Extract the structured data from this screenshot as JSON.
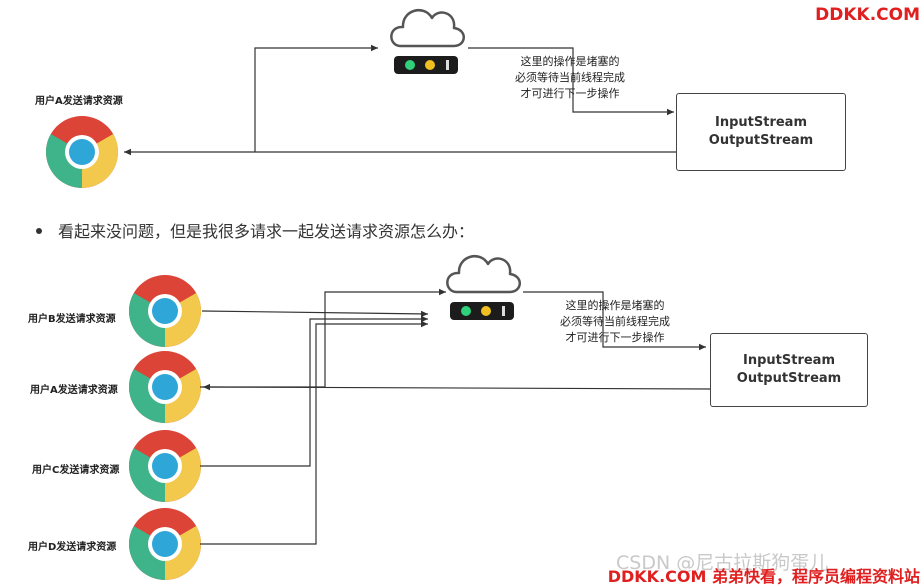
{
  "top": {
    "user_a_label": "用户A发送请求资源",
    "note_lines": [
      "这里的操作是堵塞的",
      "必须等待当前线程完成",
      "才可进行下一步操作"
    ],
    "stream_box": [
      "InputStream",
      "OutputStream"
    ]
  },
  "bullet_text": "看起来没问题，但是我很多请求一起发送请求资源怎么办：",
  "bottom": {
    "user_b_label": "用户B发送请求资源",
    "user_a_label": "用户A发送请求资源",
    "user_c_label": "用户C发送请求资源",
    "user_d_label": "用户D发送请求资源",
    "note_lines": [
      "这里的操作是堵塞的",
      "必须等待当前线程完成",
      "才可进行下一步操作"
    ],
    "stream_box": [
      "InputStream",
      "OutputStream"
    ]
  },
  "branding": {
    "top_right": "DDKK.COM",
    "bottom": "DDKK.COM 弟弟快看，程序员编程资料站",
    "csdn_watermark": "CSDN @尼古拉斯狗蛋儿"
  },
  "colors": {
    "brand_red": "#e02020",
    "server_green": "#2fd27a",
    "server_yellow": "#f0c020",
    "chrome_red": "#db4437",
    "chrome_yellow": "#f2c94c",
    "chrome_green": "#3fb48a",
    "chrome_blue": "#2fa6d8"
  },
  "icons": [
    "cloud-server-icon",
    "chrome-browser-icon"
  ]
}
